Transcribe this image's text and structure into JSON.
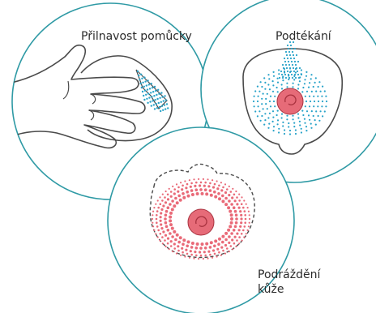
{
  "labels": {
    "adhesion": "Přilnavost pomůcky",
    "leakage": "Podtékání",
    "irritation_line1": "Podráždění",
    "irritation_line2": "kůže"
  },
  "colors": {
    "circle_stroke": "#2f9aa5",
    "line_art": "#4a4a4a",
    "dots_blue": "#29a3c9",
    "dots_pink": "#e96a78",
    "stoma_fill": "#e66b78",
    "stoma_stroke": "#a8323f",
    "text": "#2b2b2b"
  },
  "icons": {
    "adhesion_panel": "hand-pressing-ostomy-pouch-icon",
    "leakage_panel": "stoma-leak-under-wafer-icon",
    "irritation_panel": "irritated-peristomal-skin-icon"
  }
}
